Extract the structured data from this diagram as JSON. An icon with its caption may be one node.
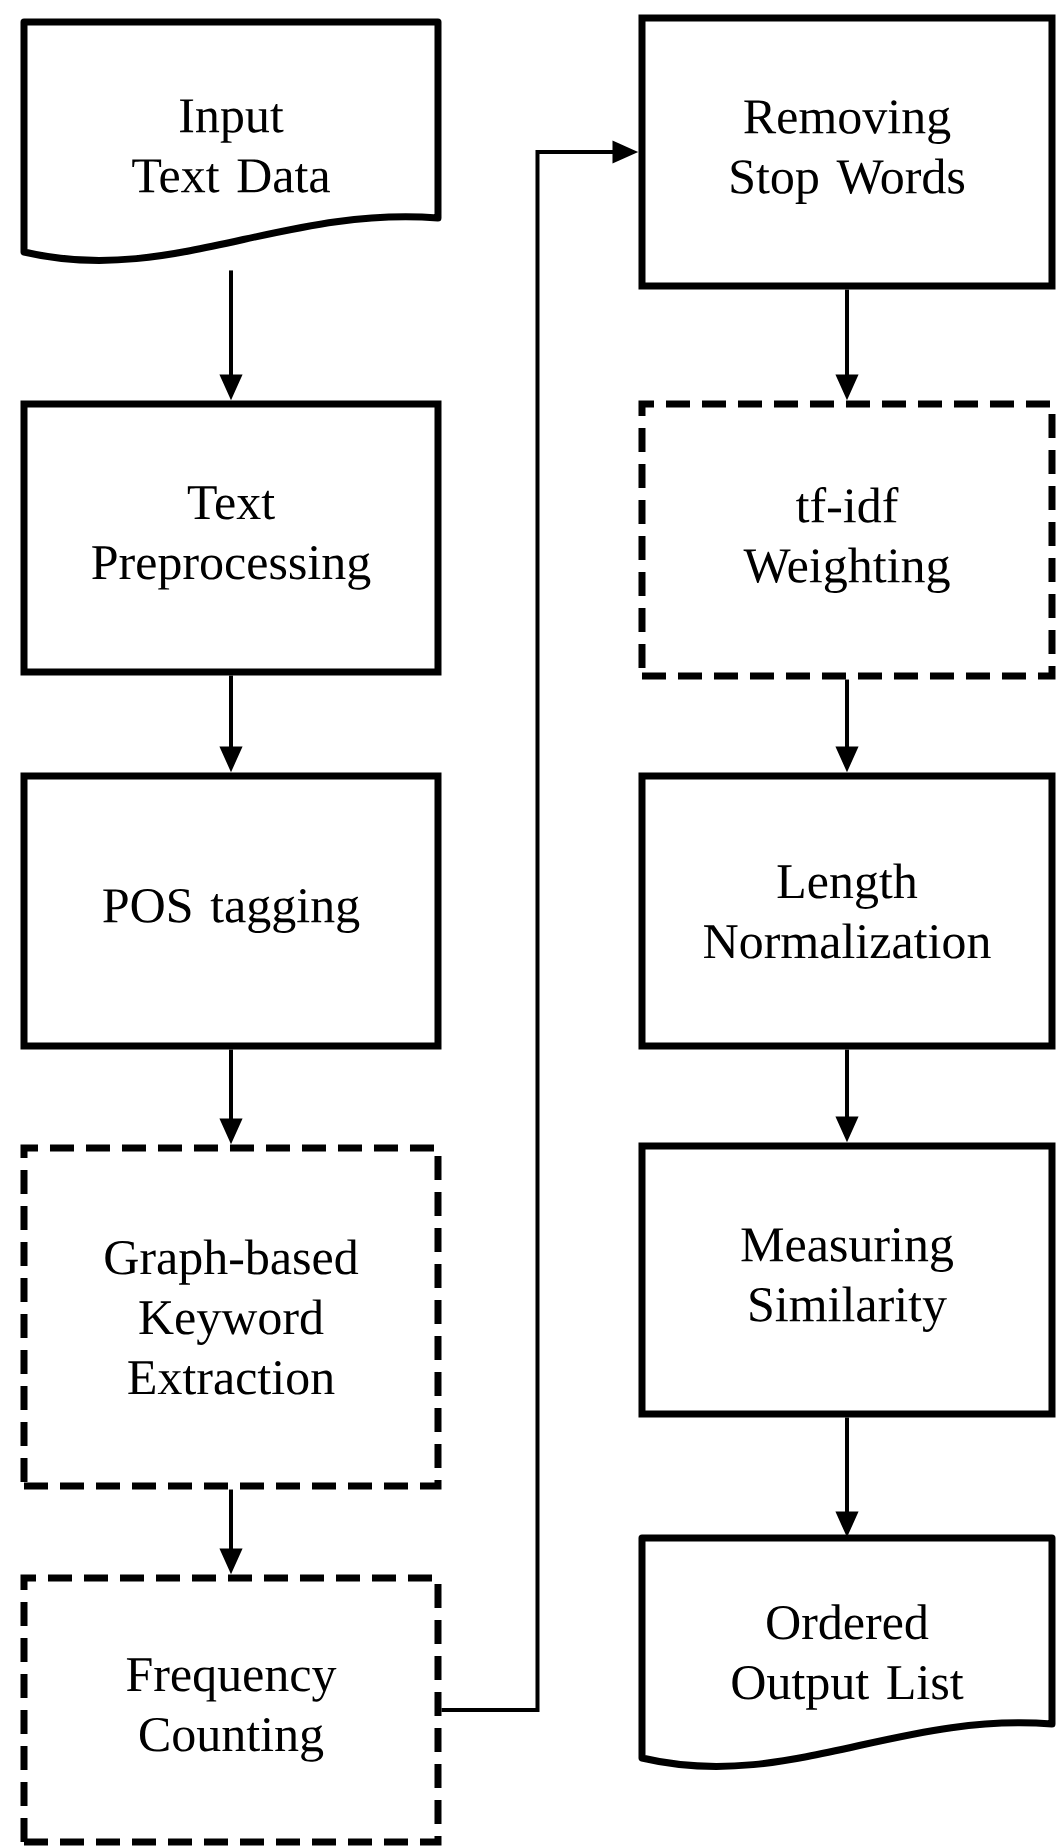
{
  "diagram": {
    "nodes": [
      {
        "text": [
          "Input Text Data"
        ]
      },
      {
        "text": [
          "Text Preprocessing"
        ]
      },
      {
        "text": [
          "POS tagging"
        ]
      },
      {
        "text": [
          "Graph-based Keyword Extraction"
        ]
      },
      {
        "text": [
          "Frequency Counting"
        ]
      },
      {
        "text": [
          "Removing Stop Words"
        ]
      },
      {
        "text": [
          "tf-idf Weighting"
        ]
      },
      {
        "text": [
          "Length Normalization"
        ]
      },
      {
        "text": [
          "Measuring Similarity"
        ]
      },
      {
        "text": [
          "Ordered Output List"
        ]
      }
    ],
    "edges": [
      {
        "from": 0,
        "to": 1,
        "arrow": "to"
      },
      {
        "from": 1,
        "to": 2,
        "arrow": "to"
      },
      {
        "from": 2,
        "to": 3,
        "arrow": "to"
      },
      {
        "from": 3,
        "to": 4,
        "arrow": "to"
      },
      {
        "from": 4,
        "to": 5,
        "arrow": "to"
      },
      {
        "from": 5,
        "to": 6,
        "arrow": "to"
      },
      {
        "from": 6,
        "to": 7,
        "arrow": "to"
      },
      {
        "from": 7,
        "to": 8,
        "arrow": "to"
      },
      {
        "from": 8,
        "to": 9,
        "arrow": "to"
      }
    ]
  }
}
